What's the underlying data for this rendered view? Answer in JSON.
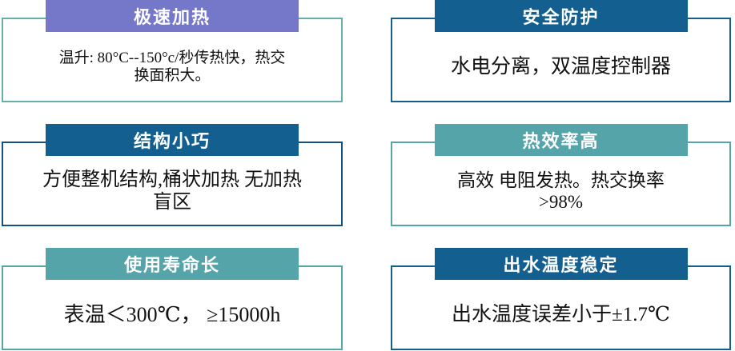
{
  "colors": {
    "purple_header": "#7577C8",
    "dark_blue_header": "#136090",
    "teal_header": "#55A4A9",
    "light_teal_border": "#66AEA8",
    "navy_border": "#16517D",
    "header_text": "#FFFFFF",
    "body_text": "#111111",
    "background": "#FFFFFF"
  },
  "cards": [
    {
      "title": "极速加热",
      "body": "温升: 80°C--150°c/秒传热快，热交\n换面积大。",
      "header_bg": "#7577C8",
      "border_color": "#66AEA8"
    },
    {
      "title": "安全防护",
      "body": "水电分离，双温度控制器",
      "header_bg": "#136090",
      "border_color": "#136090"
    },
    {
      "title": "结构小巧",
      "body": "方便整机结构,桶状加热 无加热\n盲区",
      "header_bg": "#136090",
      "border_color": "#16517D"
    },
    {
      "title": "热效率高",
      "body": "高效 电阻发热。热交换率\n>98%",
      "header_bg": "#55A4A9",
      "border_color": "#55A4A9"
    },
    {
      "title": "使用寿命长",
      "body": "表温＜300℃， ≥15000h",
      "header_bg": "#55A4A9",
      "border_color": "#55A4A9"
    },
    {
      "title": "出水温度稳定",
      "body": "出水温度误差小于±1.7℃",
      "header_bg": "#136090",
      "border_color": "#136090"
    }
  ]
}
